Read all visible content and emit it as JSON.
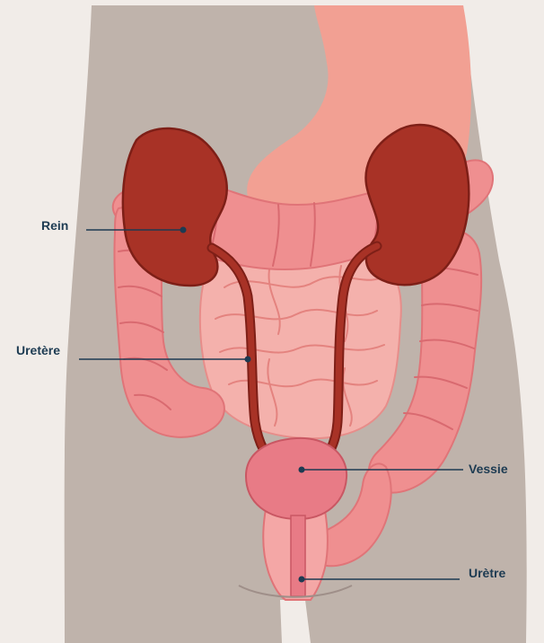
{
  "figure": {
    "labels": {
      "rein": "Rein",
      "uretere": "Uretère",
      "vessie": "Vessie",
      "uretre": "Urètre"
    },
    "colors": {
      "background": "#f1ece8",
      "body": "#bfb3ab",
      "stomach": "#f2a093",
      "intestine": "#f3a7a3",
      "intestine_outline": "#e98a88",
      "colon": "#ef8f90",
      "kidney": "#a83226",
      "kidney_outline": "#7e1f17",
      "bladder": "#e87b86",
      "label_text": "#1d3b52"
    }
  }
}
